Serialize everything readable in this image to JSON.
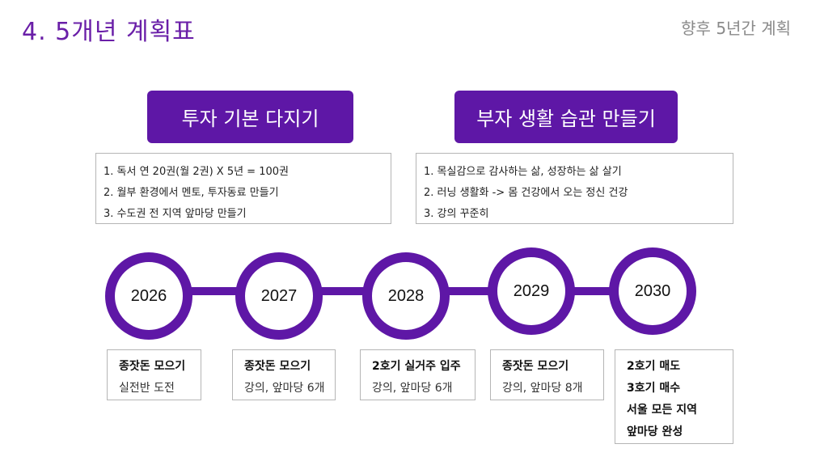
{
  "title": "4. 5개년 계획표",
  "subtitle": "향후 5년간 계획",
  "goals": [
    {
      "header": "투자 기본 다지기",
      "items": [
        "1. 독서 연 20권(월 2권) X 5년 = 100권",
        "2. 월부 환경에서 멘토, 투자동료 만들기",
        "3. 수도권 전 지역 앞마당 만들기"
      ]
    },
    {
      "header": "부자 생활 습관 만들기",
      "items": [
        "1. 목실감으로 감사하는 삶, 성장하는 삶 살기",
        "2. 러닝 생활화 -> 몸 건강에서 오는 정신 건강",
        "3. 강의 꾸준히"
      ]
    }
  ],
  "timeline": [
    {
      "year": "2026",
      "lines": [
        "종잣돈 모으기",
        "실전반 도전"
      ]
    },
    {
      "year": "2027",
      "lines": [
        "종잣돈 모으기",
        "강의, 앞마당 6개"
      ]
    },
    {
      "year": "2028",
      "lines": [
        "2호기 실거주 입주",
        "강의, 앞마당 6개"
      ]
    },
    {
      "year": "2029",
      "lines": [
        "종잣돈 모으기",
        "강의, 앞마당 8개"
      ]
    },
    {
      "year": "2030",
      "lines": [
        "2호기 매도",
        "3호기 매수",
        "서울 모든 지역",
        "앞마당 완성"
      ]
    }
  ],
  "colors": {
    "accent": "#5e17a6",
    "title": "#6a1fa8",
    "subtitle": "#8a8a8a",
    "border": "#b5b5b5"
  }
}
